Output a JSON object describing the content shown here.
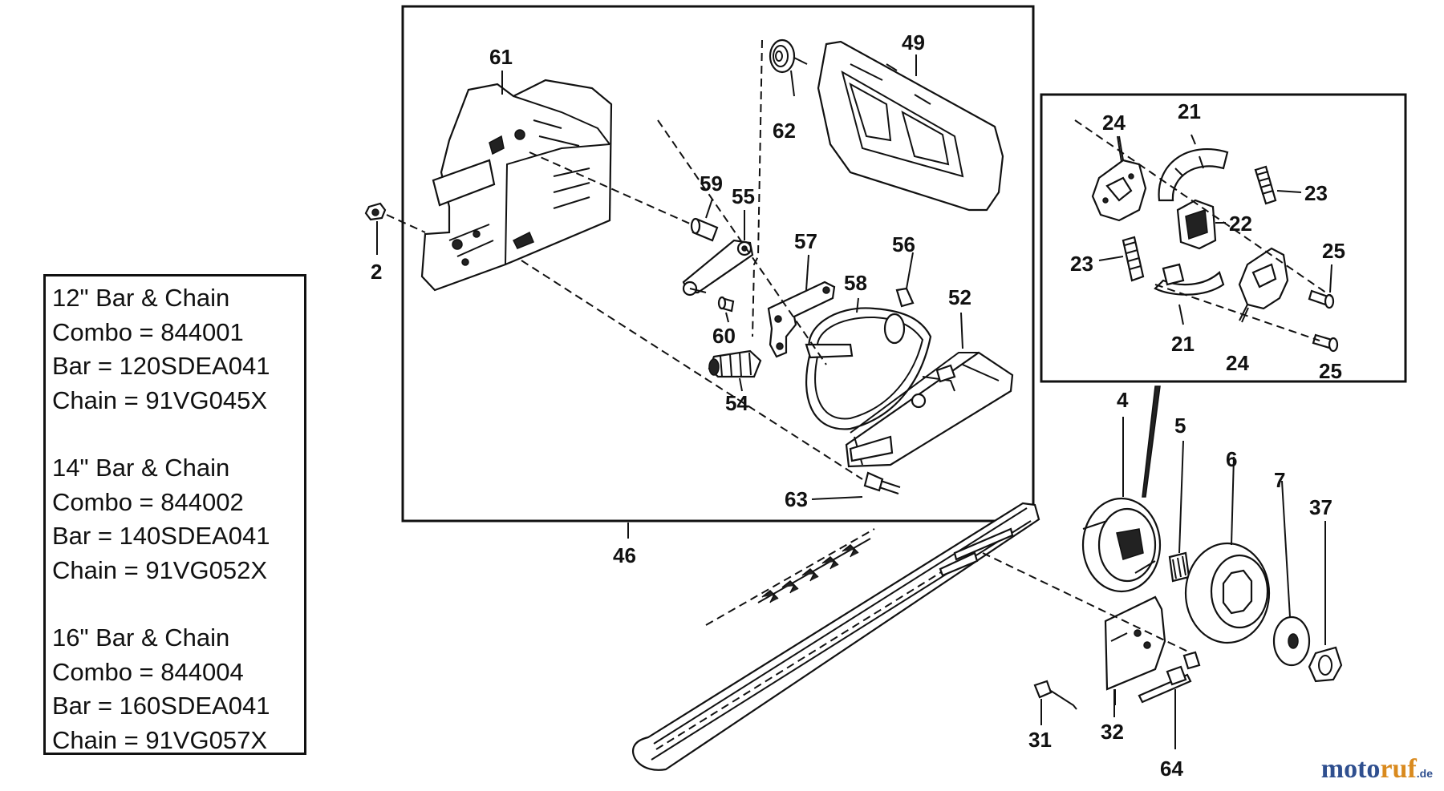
{
  "callouts": {
    "n61": "61",
    "n62": "62",
    "n49": "49",
    "n59": "59",
    "n55": "55",
    "n57": "57",
    "n56": "56",
    "n2": "2",
    "n58": "58",
    "n52": "52",
    "n60": "60",
    "n54": "54",
    "n63": "63",
    "n46": "46",
    "n24a": "24",
    "n21a": "21",
    "n23a": "23",
    "n22": "22",
    "n23b": "23",
    "n25a": "25",
    "n21b": "21",
    "n24b": "24",
    "n25b": "25",
    "n4": "4",
    "n5": "5",
    "n6": "6",
    "n7": "7",
    "n37": "37",
    "n31": "31",
    "n32": "32",
    "n64": "64"
  },
  "info_box": {
    "g1": {
      "title": "12\" Bar & Chain",
      "combo": "Combo = 844001",
      "bar": "Bar = 120SDEA041",
      "chain": "Chain = 91VG045X"
    },
    "g2": {
      "title": "14\" Bar & Chain",
      "combo": "Combo = 844002",
      "bar": "Bar = 140SDEA041",
      "chain": "Chain = 91VG052X"
    },
    "g3": {
      "title": "16\" Bar & Chain",
      "combo": "Combo = 844004",
      "bar": "Bar = 160SDEA041",
      "chain": "Chain = 91VG057X"
    }
  },
  "watermark": {
    "part1": "moto",
    "part2": "ruf",
    "tld": ".de"
  }
}
